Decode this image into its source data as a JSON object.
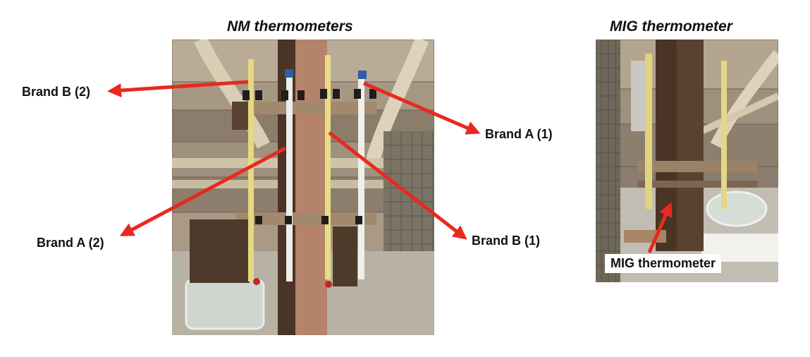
{
  "figure": {
    "left_title": "NM thermometers",
    "right_title": "MIG thermometer"
  },
  "labels": {
    "brand_b_2": "Brand B (2)",
    "brand_a_1": "Brand A (1)",
    "brand_a_2": "Brand A (2)",
    "brand_b_1": "Brand B (1)",
    "mig_thermometer": "MIG thermometer"
  },
  "colors": {
    "arrow": "#e8291f",
    "wood_dark": "#4a3425",
    "wood_light": "#b5836a",
    "pipe": "#d8ccb0",
    "ceiling": "#9a8a78"
  }
}
